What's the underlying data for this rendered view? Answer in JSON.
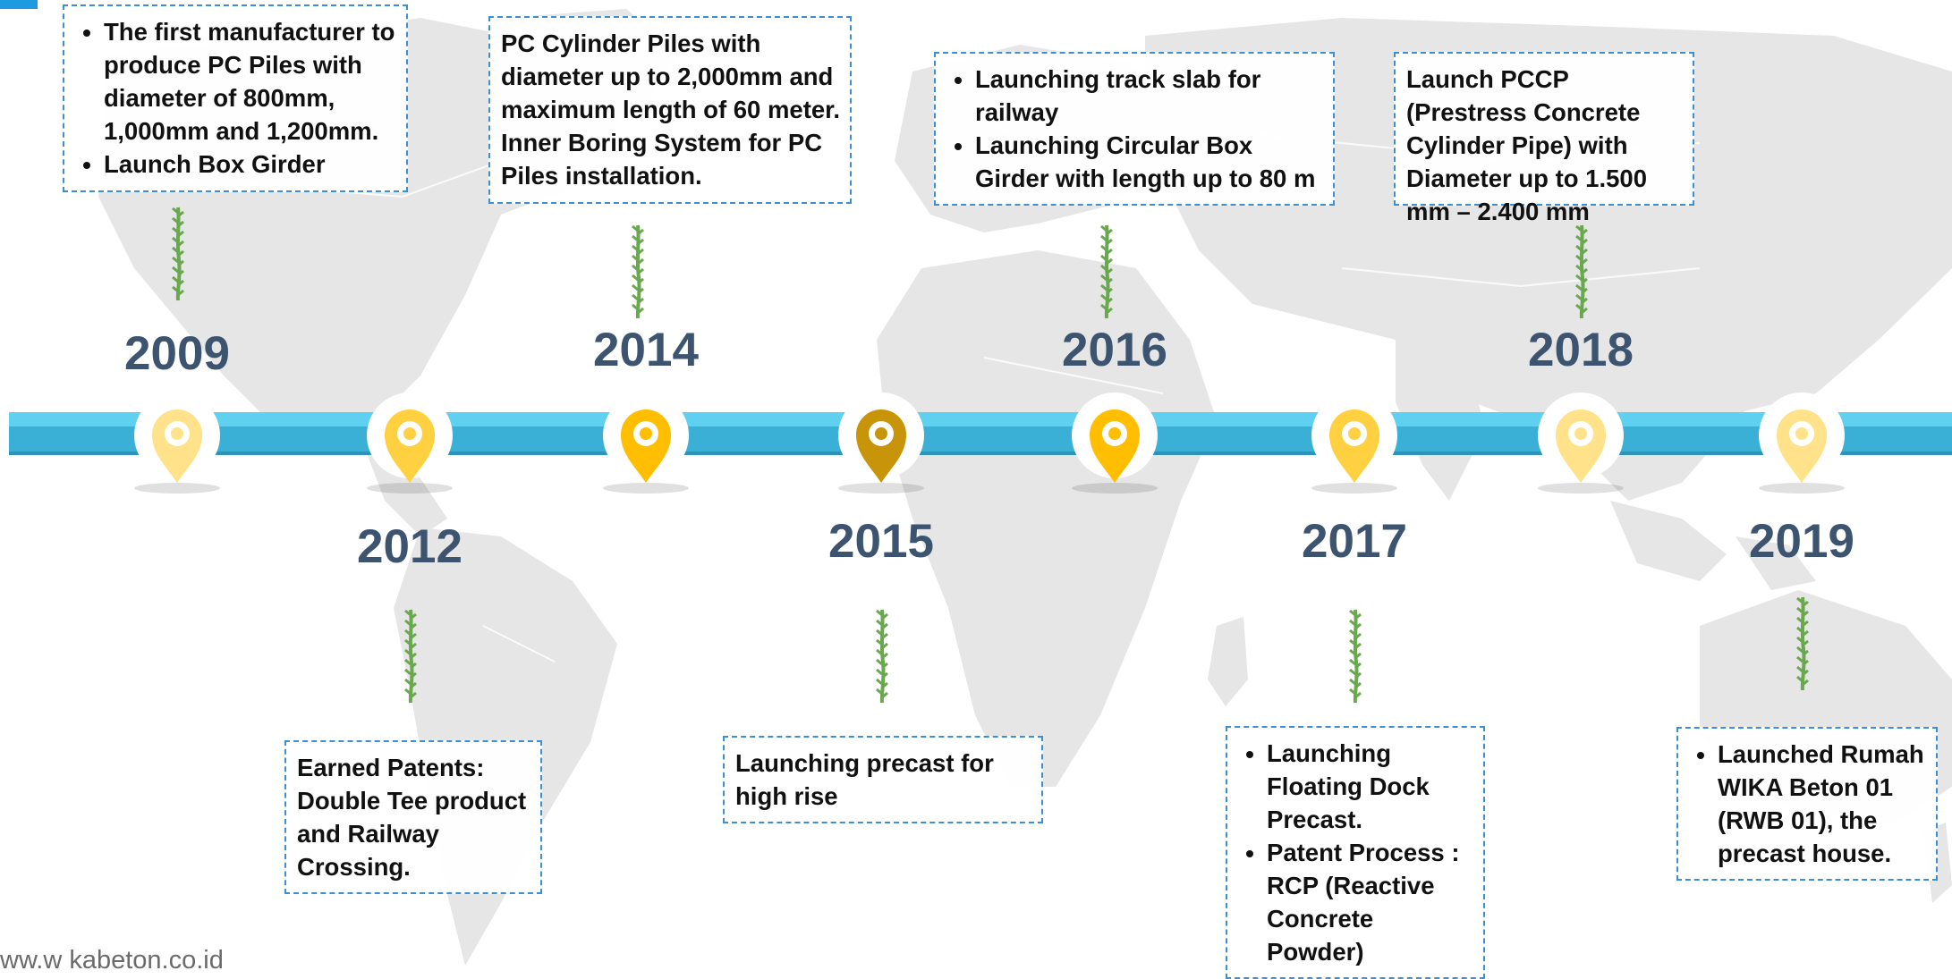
{
  "colors": {
    "year_text": "#3d5470",
    "box_border": "#3a8fd6",
    "track_light": "#5fd0f0",
    "track_dark": "#3ab0d6",
    "pin_pale": "#ffe28a",
    "pin_yellow": "#ffd040",
    "pin_gold": "#ffbe00",
    "pin_dark": "#c8940a",
    "sprig_green": "#6aa84f"
  },
  "footer_url": "ww.w kabeton.co.id",
  "milestones": [
    {
      "year": "2009",
      "position": "top",
      "pin": "pale",
      "bullets": [
        "The first manufacturer to produce PC Piles with diameter of 800mm, 1,000mm and 1,200mm.",
        "Launch Box Girder"
      ]
    },
    {
      "year": "2012",
      "position": "bottom",
      "pin": "yellow",
      "text": "Earned Patents: Double Tee product and Railway Crossing."
    },
    {
      "year": "2014",
      "position": "top",
      "pin": "gold",
      "text": "PC Cylinder Piles with diameter up to 2,000mm and maximum length of 60 meter. Inner Boring System for PC Piles installation."
    },
    {
      "year": "2015",
      "position": "bottom",
      "pin": "dark",
      "text": "Launching precast for high rise"
    },
    {
      "year": "2016",
      "position": "top",
      "pin": "gold",
      "bullets": [
        "Launching track slab for railway",
        "Launching Circular Box Girder with length up to 80 m"
      ]
    },
    {
      "year": "2017",
      "position": "bottom",
      "pin": "yellow",
      "bullets": [
        "Launching Floating Dock Precast.",
        "Patent Process : RCP (Reactive Concrete Powder)"
      ]
    },
    {
      "year": "2018",
      "position": "top",
      "pin": "pale",
      "text": "Launch PCCP (Prestress Concrete Cylinder Pipe) with Diameter up to 1.500 mm – 2.400 mm"
    },
    {
      "year": "2019",
      "position": "bottom",
      "pin": "pale",
      "bullets": [
        "Launched Rumah WIKA Beton 01 (RWB 01), the precast house."
      ]
    }
  ]
}
